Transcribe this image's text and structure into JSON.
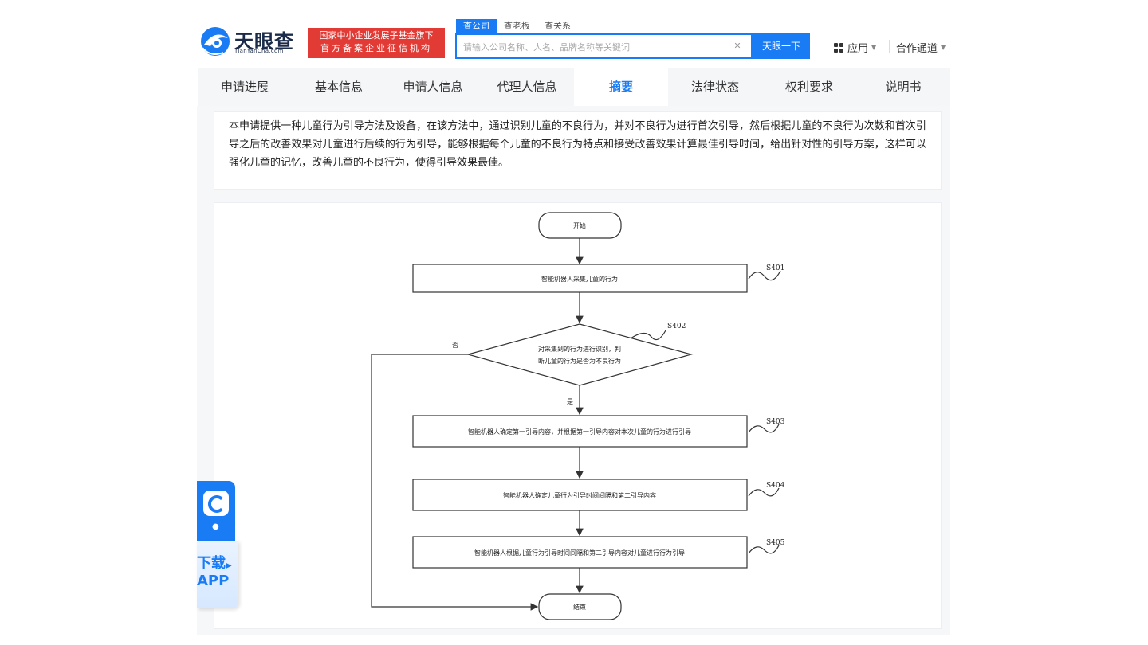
{
  "header": {
    "logo_text": "天眼查",
    "logo_sub": "TianYanCha.com",
    "badge_line1": "国家中小企业发展子基金旗下",
    "badge_line2": "官方备案企业征信机构",
    "search_tabs": [
      "查公司",
      "查老板",
      "查关系"
    ],
    "search_placeholder": "请输入公司名称、人名、品牌名称等关键词",
    "search_button": "天眼一下",
    "apps_label": "应用",
    "coop_label": "合作通道"
  },
  "nav": {
    "tabs": [
      "申请进展",
      "基本信息",
      "申请人信息",
      "代理人信息",
      "摘要",
      "法律状态",
      "权利要求",
      "说明书"
    ],
    "active_index": 4
  },
  "abstract": {
    "text": "本申请提供一种儿童行为引导方法及设备，在该方法中，通过识别儿童的不良行为，并对不良行为进行首次引导，然后根据儿童的不良行为次数和首次引导之后的改善效果对儿童进行后续的行为引导，能够根据每个儿童的不良行为特点和接受改善效果计算最佳引导时间，给出针对性的引导方案，这样可以强化儿童的记忆，改善儿童的不良行为，使得引导效果最佳。"
  },
  "flowchart": {
    "start": "开始",
    "end": "结束",
    "s401_text": "智能机器人采集儿童的行为",
    "s401_label": "S401",
    "s402_line1": "对采集到的行为进行识别，判",
    "s402_line2": "断儿童的行为是否为不良行为",
    "s402_label": "S402",
    "no_label": "否",
    "yes_label": "是",
    "s403_text": "智能机器人确定第一引导内容，并根据第一引导内容对本次儿童的行为进行引导",
    "s403_label": "S403",
    "s404_text": "智能机器人确定儿童行为引导时间间隔和第二引导内容",
    "s404_label": "S404",
    "s405_text": "智能机器人根据儿童行为引导时间间隔和第二引导内容对儿童进行行为引导",
    "s405_label": "S405"
  },
  "widget": {
    "line1": "下载",
    "line2": "APP"
  },
  "colors": {
    "accent": "#1a7cf5",
    "badge_red": "#e23b36"
  }
}
